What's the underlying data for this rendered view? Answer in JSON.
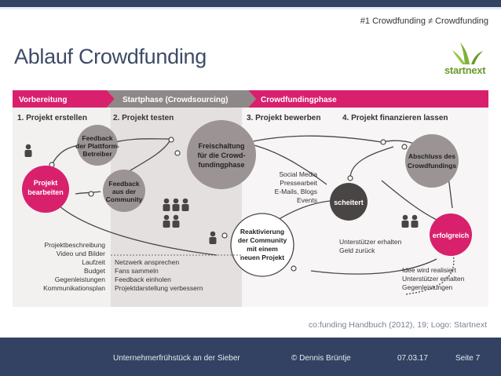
{
  "header": {
    "subtitle": "#1 Crowdfunding ≠ Crowdfunding",
    "title": "Ablauf Crowdfunding",
    "logo_text_a": "start",
    "logo_text_b": "next"
  },
  "diagram": {
    "phases": [
      "Vorbereitung",
      "Startphase (Crowdsourcing)",
      "Crowdfundingphase"
    ],
    "steps": [
      "1. Projekt erstellen",
      "2. Projekt testen",
      "3. Projekt bewerben",
      "4. Projekt finanzieren lassen"
    ],
    "node_projekt": [
      "Projekt",
      "bearbeiten"
    ],
    "node_feedback_platform": [
      "Feedback",
      "der Plattform-",
      "Betreiber"
    ],
    "node_feedback_community": [
      "Feedback",
      "aus der",
      "Community"
    ],
    "node_freischaltung": [
      "Freischaltung",
      "für die Crowd-",
      "fundingphase"
    ],
    "node_reaktivierung": [
      "Reaktivierung",
      "der Community",
      "mit einem",
      "neuen Projekt"
    ],
    "node_scheitert": "scheitert",
    "node_abschluss": [
      "Abschluss des",
      "Crowdfundings"
    ],
    "node_erfolgreich": "erfolgreich",
    "left_list": [
      "Projektbeschreibung",
      "Video und Bilder",
      "Laufzeit",
      "Budget",
      "Gegenleistungen",
      "Kommunikationsplan"
    ],
    "middle_list": [
      "Netzwerk ansprechen",
      "Fans sammeln",
      "Feedback einholen",
      "Projektdarstellung verbessern"
    ],
    "channels": [
      "Social Media",
      "Pressearbeit",
      "E-Mails, Blogs",
      "Events"
    ],
    "fail_text": [
      "Unterstützer erhalten",
      "Geld zurück"
    ],
    "success_text": [
      "Idee wird realisiert",
      "Unterstützer erhalten",
      "Gegenleistungen"
    ],
    "colors": {
      "pink": "#d6206c",
      "gray": "#8f8888",
      "dark": "#4a4545",
      "light_gray": "#e5e0e0"
    }
  },
  "credit": "co:funding Handbuch (2012), 19; Logo: Startnext",
  "footer": {
    "event": "Unternehmerfrühstück an der Sieber",
    "author": "© Dennis Brüntje",
    "date": "07.03.17",
    "page": "Seite 7"
  }
}
